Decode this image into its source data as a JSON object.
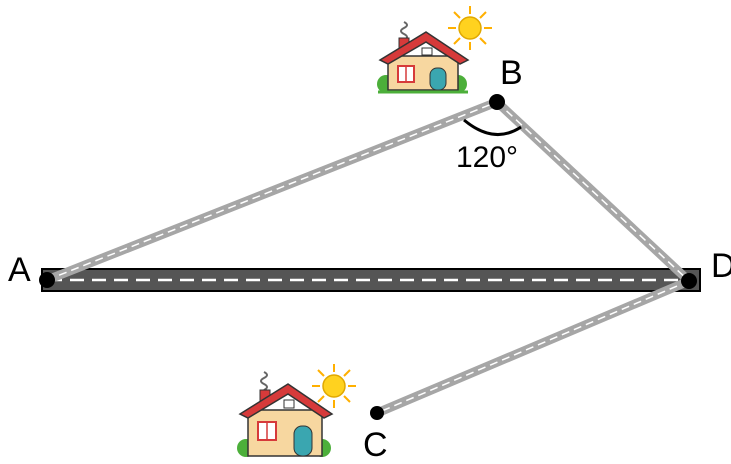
{
  "points": {
    "A": "A",
    "B": "B",
    "C": "C",
    "D": "D"
  },
  "angle_label": "120°",
  "colors": {
    "main_road_fill": "#555555",
    "side_road": "#a6a6a6",
    "road_dash": "#ffffff",
    "outline": "#000000",
    "house_wall": "#f7d7a0",
    "house_roof": "#d63a3a",
    "house_door": "#3aa6b0",
    "sun": "#ffd21f",
    "bush": "#4caf3a"
  },
  "icons": [
    "house-icon",
    "sun-icon"
  ]
}
